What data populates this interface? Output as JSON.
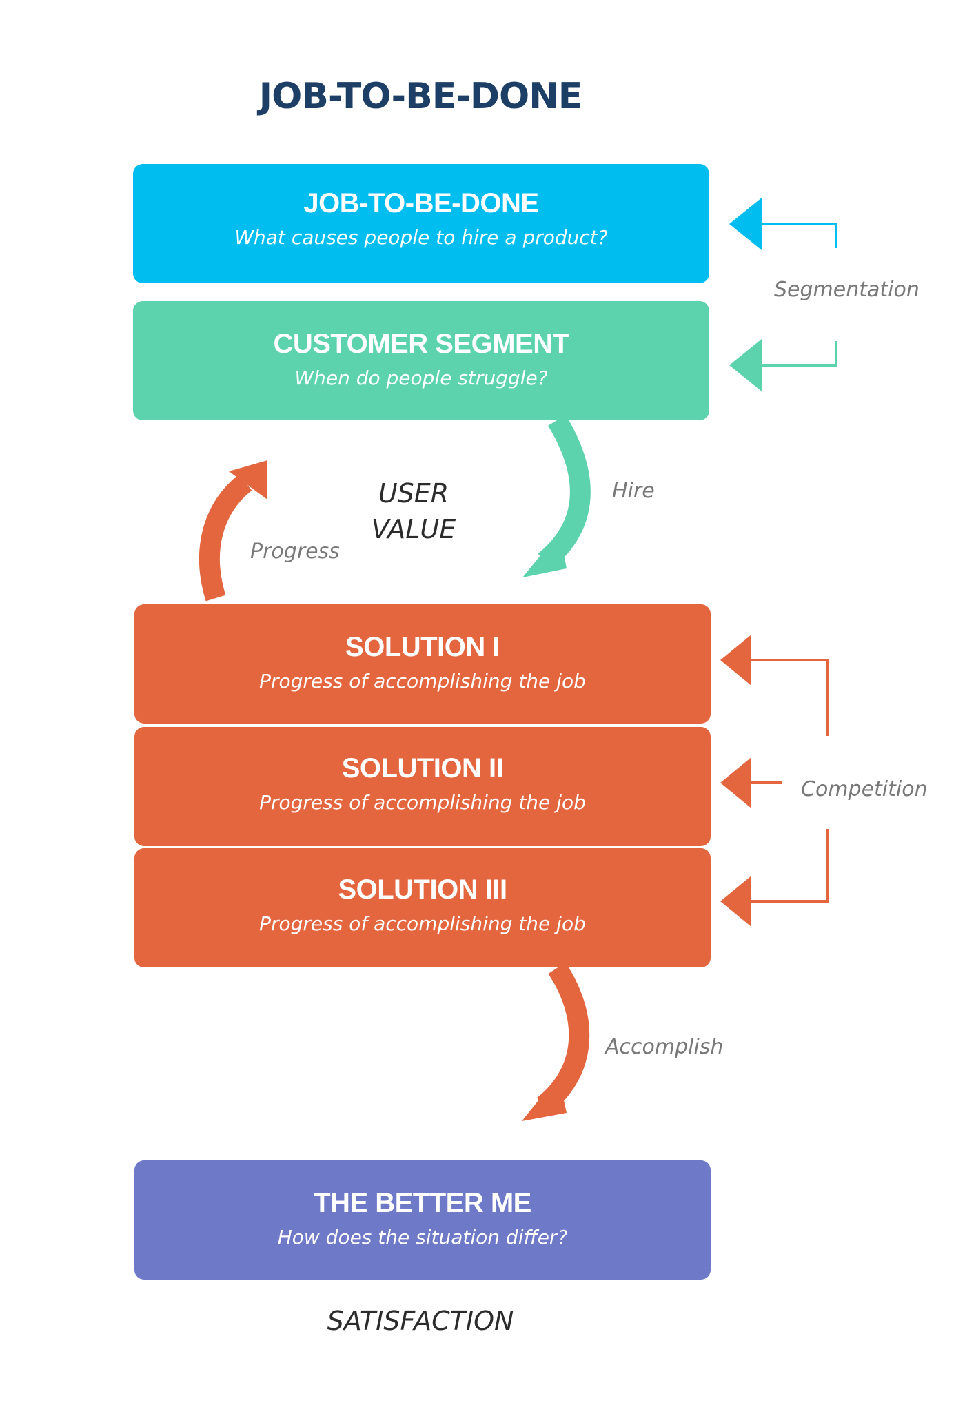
{
  "title": "JOB-TO-BE-DONE",
  "boxes": {
    "job": {
      "title": "JOB-TO-BE-DONE",
      "subtitle": "What causes people to hire a product?",
      "color": "#00bdf0"
    },
    "segment": {
      "title": "CUSTOMER SEGMENT",
      "subtitle": "When do people struggle?",
      "color": "#5cd3ad"
    },
    "solution1": {
      "title": "SOLUTION I",
      "subtitle": "Progress of accomplishing the job",
      "color": "#e4663f"
    },
    "solution2": {
      "title": "SOLUTION II",
      "subtitle": "Progress of accomplishing the job",
      "color": "#e4663f"
    },
    "solution3": {
      "title": "SOLUTION III",
      "subtitle": "Progress of accomplishing the job",
      "color": "#e4663f"
    },
    "better": {
      "title": "THE BETTER ME",
      "subtitle": "How does the situation differ?",
      "color": "#6e79c8"
    }
  },
  "labels": {
    "segmentation": "Segmentation",
    "hire": "Hire",
    "progress": "Progress",
    "user_value_line1": "USER",
    "user_value_line2": "VALUE",
    "competition": "Competition",
    "accomplish": "Accomplish",
    "satisfaction": "SATISFACTION"
  },
  "colors": {
    "title": "#1d3f66",
    "blue_arrow": "#00bdf0",
    "green_arrow": "#5cd3ad",
    "orange_arrow": "#e4663f",
    "label_gray": "#787878"
  }
}
